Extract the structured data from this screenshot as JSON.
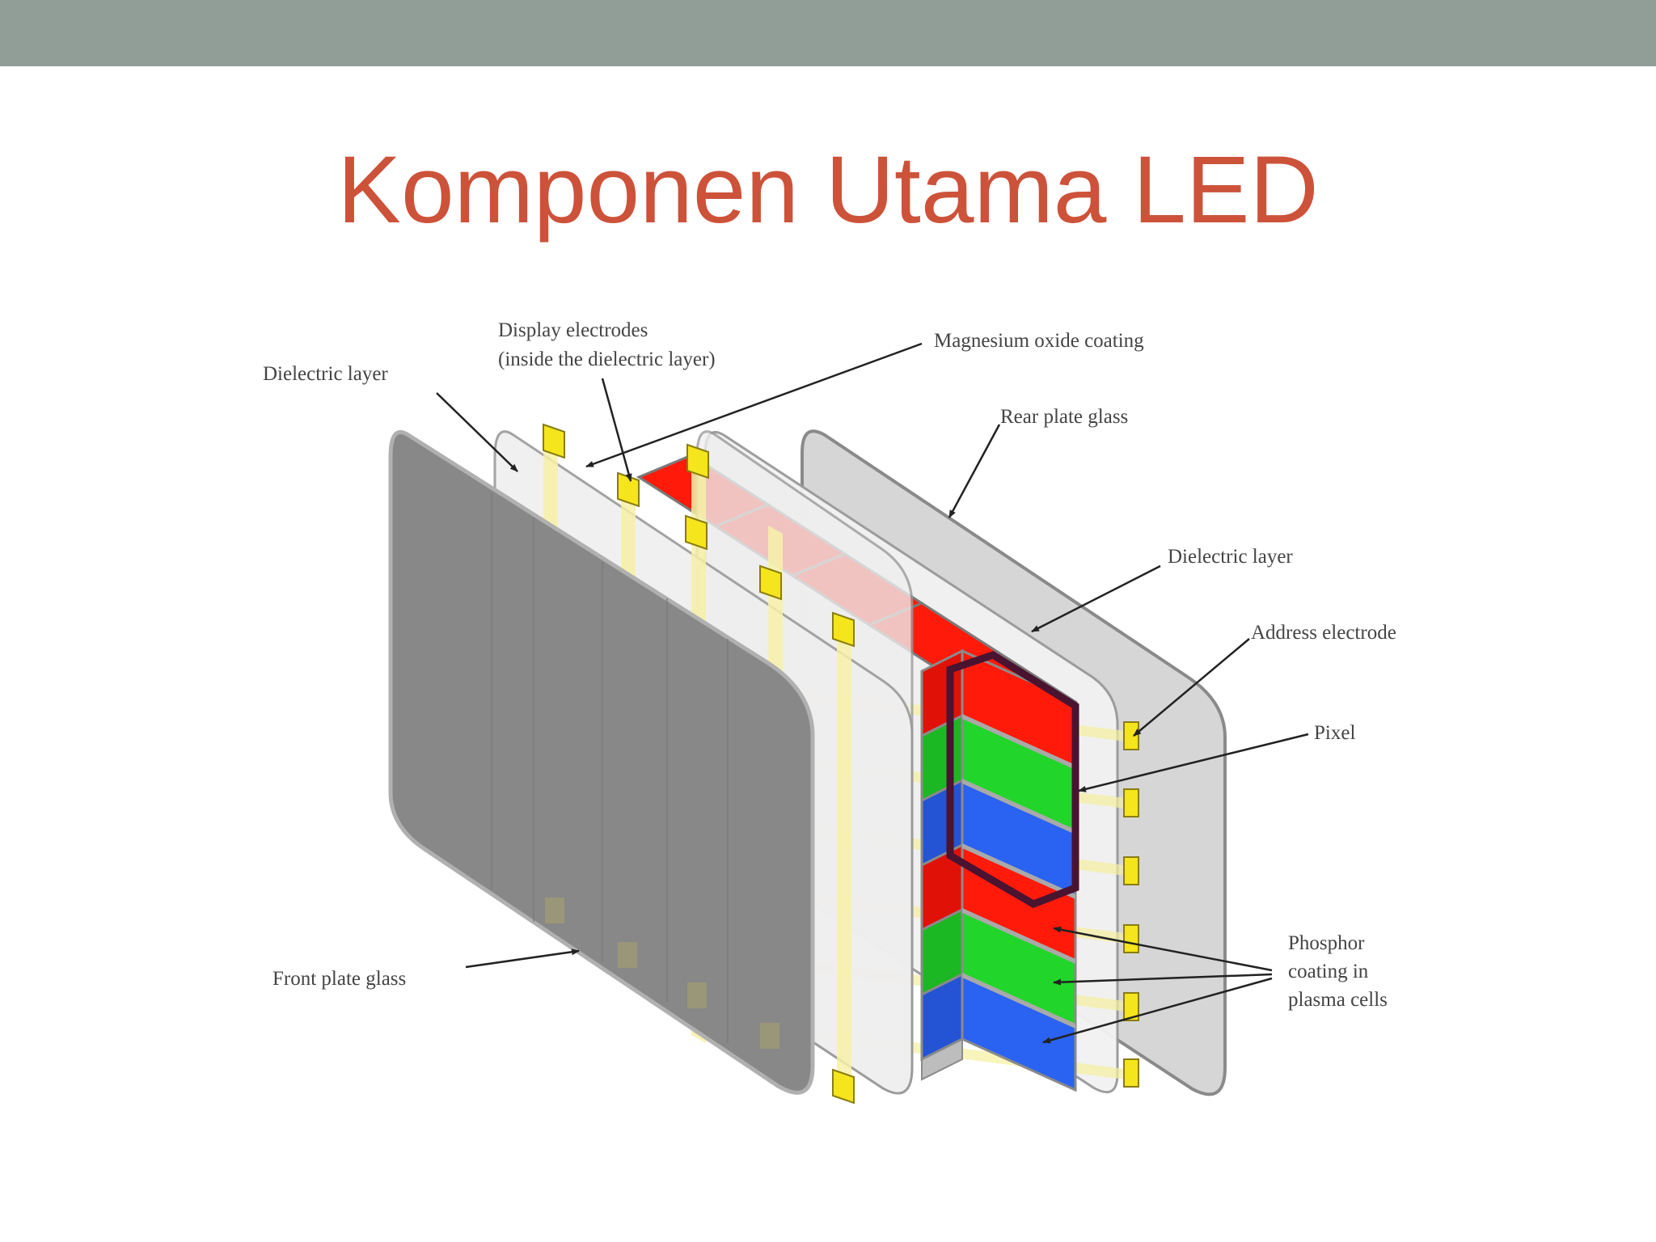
{
  "slide": {
    "title": "Komponen Utama LED",
    "title_color": "#cd523a",
    "top_bar_color": "#919e97"
  },
  "diagram": {
    "labels": {
      "display_electrodes_1": "Display electrodes",
      "display_electrodes_2": "(inside the dielectric layer)",
      "magnesium_oxide": "Magnesium oxide coating",
      "dielectric_front": "Dielectric layer",
      "rear_plate_glass": "Rear plate glass",
      "dielectric_rear": "Dielectric layer",
      "address_electrode": "Address electrode",
      "pixel": "Pixel",
      "phosphor_1": "Phosphor",
      "phosphor_2": "coating in",
      "phosphor_3": "plasma cells",
      "front_plate_glass": "Front plate glass"
    },
    "colors": {
      "red": "#ff1a0a",
      "green": "#22d52a",
      "blue": "#2a62f2",
      "electrode": "#f5e51c",
      "pixel_outline": "#4a1330",
      "glass_front": "#8c8c8c",
      "glass_rear": "#d6d6d6"
    }
  }
}
